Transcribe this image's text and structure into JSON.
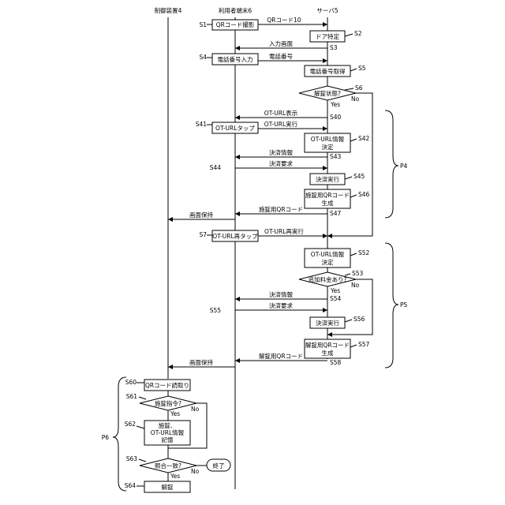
{
  "lanes": {
    "control": "制御装置4",
    "terminal": "利用者端末6",
    "server": "サーバ5"
  },
  "boxes": {
    "qr_capture": "QRコード撮影",
    "door_identify": "ドア特定",
    "phone_input": "電話番号入力",
    "phone_get": "電話番号取得",
    "ot_tap": "OT-URLタップ",
    "ot_decide_1a": "OT-URL情報",
    "ot_decide_1b": "決定",
    "pay_exec_1": "決済実行",
    "lock_qr_1a": "施錠用QRコード",
    "lock_qr_1b": "生成",
    "ot_retap": "OT-URL再タップ",
    "ot_decide_2a": "OT-URL情報",
    "ot_decide_2b": "決定",
    "pay_exec_2": "決済実行",
    "unlock_qr_a": "解錠用QRコード",
    "unlock_qr_b": "生成",
    "qr_read": "QRコード読取り",
    "lock_store_a": "施錠、",
    "lock_store_b": "OT-URL情報",
    "lock_store_c": "記憶",
    "unlock": "解錠",
    "end": "終了"
  },
  "decisions": {
    "lock_state": "解錠状態?",
    "extra_fee": "追加料金あり?",
    "lock_cmd": "施錠指令?",
    "match": "照合一致?"
  },
  "branches": {
    "yes": "Yes",
    "no": "No"
  },
  "messages": {
    "qr10": "QRコード10",
    "input_screen": "入力画面",
    "phone_number": "電話番号",
    "ot_url_display": "OT-URL表示",
    "ot_url_exec": "OT-URL実行",
    "payment_info_1": "決済情報",
    "payment_request_1": "決済要求",
    "lock_qr_msg": "施錠用QRコード",
    "screen_hold_1": "画面保持",
    "ot_url_reexec": "OT-URL再実行",
    "payment_info_2": "決済情報",
    "payment_request_2": "決済要求",
    "unlock_qr_msg": "解錠用QRコード",
    "screen_hold_2": "画面保持"
  },
  "steps": {
    "s1": "S1",
    "s2": "S2",
    "s3": "S3",
    "s4": "S4",
    "s5": "S5",
    "s6": "S6",
    "s40": "S40",
    "s41": "S41",
    "s42": "S42",
    "s43": "S43",
    "s44": "S44",
    "s45": "S45",
    "s46": "S46",
    "s47": "S47",
    "s7": "S7",
    "s52": "S52",
    "s53": "S53",
    "s54": "S54",
    "s55": "S55",
    "s56": "S56",
    "s57": "S57",
    "s58": "S58",
    "s60": "S60",
    "s61": "S61",
    "s62": "S62",
    "s63": "S63",
    "s64": "S64"
  },
  "phases": {
    "p4": "P4",
    "p5": "P5",
    "p6": "P6"
  }
}
